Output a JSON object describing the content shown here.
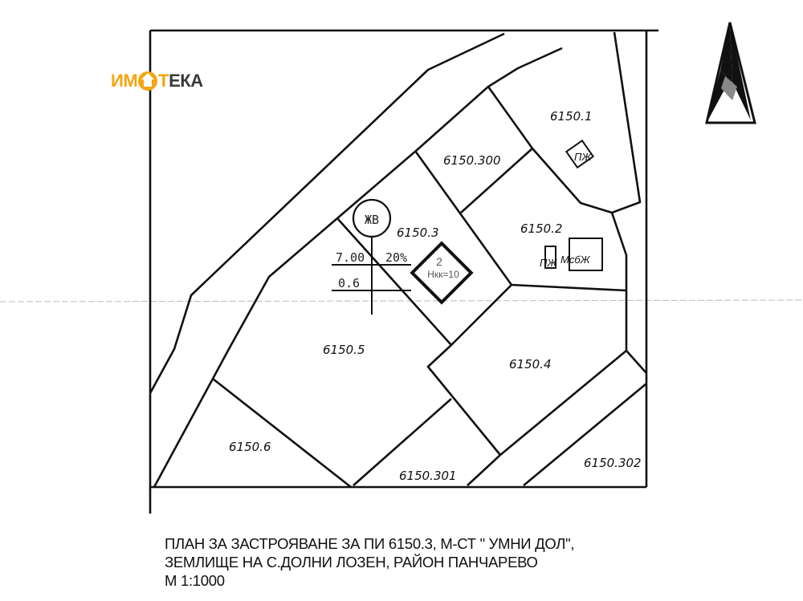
{
  "logo": {
    "text": "ИМОТЕКА",
    "part1": "ИМ",
    "part2": "Т",
    "part3": "ЕКА",
    "brand_color": "#f5a511",
    "text_color": "#3a3a3a"
  },
  "parcels": {
    "p1": "6150.1",
    "p2": "6150.2",
    "p3": "6150.3",
    "p4": "6150.4",
    "p5": "6150.5",
    "p6": "6150.6",
    "p300": "6150.300",
    "p301": "6150.301",
    "p302": "6150.302"
  },
  "zoning": {
    "zone": "ЖВ",
    "height": "7.00",
    "density": "20%",
    "kint": "0.6"
  },
  "building": {
    "floors": "2",
    "height": "Нкк=10"
  },
  "existing": {
    "pzh1": "ПЖ",
    "pzh2": "ПЖ",
    "msbzh": "МсбЖ"
  },
  "north_arrow": "north-arrow-icon",
  "caption": {
    "line1": "ПЛАН ЗА ЗАСТРОЯВАНЕ ЗА ПИ 6150.3, М-СТ \" УМНИ ДОЛ\",",
    "line2": "ЗЕМЛИЩЕ НА С.ДОЛНИ ЛОЗЕН, РАЙОН ПАНЧАРЕВО",
    "line3": "М 1:1000"
  }
}
